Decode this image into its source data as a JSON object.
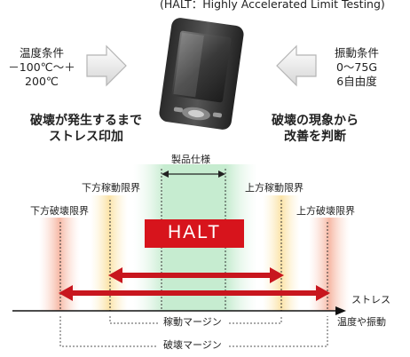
{
  "header": {
    "subtitle": "(HALT：Highly Accelerated Limit Testing)"
  },
  "top": {
    "left_condition": [
      "温度条件",
      "－100℃～＋",
      "200℃"
    ],
    "right_condition": [
      "振動条件",
      "0～75G",
      "6自由度"
    ],
    "left_caption": [
      "破壊が発生するまで",
      "ストレス印加"
    ],
    "right_caption": [
      "破壊の現象から",
      "改善を判断"
    ]
  },
  "chart": {
    "labels": {
      "product_spec": "製品仕様",
      "lower_operating_limit": "下方稼動限界",
      "upper_operating_limit": "上方稼動限界",
      "lower_destruct_limit": "下方破壊限界",
      "upper_destruct_limit": "上方破壊限界",
      "halt_box": "HALT",
      "stress_axis": "ストレス",
      "stress_axis_sub": "温度や振動",
      "operating_margin": "稼動マージン",
      "destruct_margin": "破壊マージン"
    },
    "colors": {
      "spec_band": "#bfe8c8",
      "operating_band": "#fbe7b0",
      "destruct_band": "#f7c3b3",
      "arrow_red": "#c8161e",
      "halt_box": "#d7141c",
      "gray_arrow": "#bdbdbd"
    },
    "icons": [
      "right-arrow-icon",
      "left-arrow-icon",
      "pda-device-icon"
    ]
  }
}
